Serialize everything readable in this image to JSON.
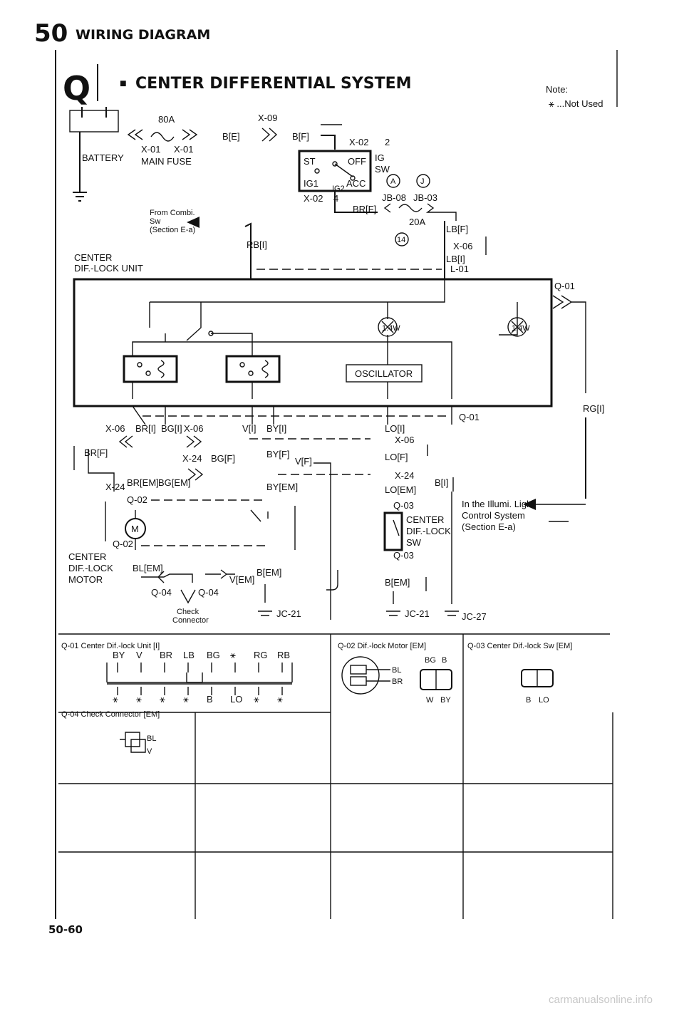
{
  "header": {
    "page_section": "50",
    "page_title": "WIRING DIAGRAM",
    "section_letter": "Q",
    "system_bullet": "■",
    "system_title": "CENTER DIFFERENTIAL SYSTEM",
    "note_label": "Note:",
    "note_text": "⚹ ...Not Used"
  },
  "power": {
    "battery": "BATTERY",
    "main_fuse": "MAIN FUSE",
    "fuse_rating": "80A",
    "conn_x01_a": "X-01",
    "conn_x01_b": "X-01",
    "wire_be": "B[E]",
    "conn_x09": "X-09",
    "wire_bf": "B[F]",
    "conn_x02_a": "X-02",
    "pin_2": "2",
    "ign_st": "ST",
    "ign_off": "OFF",
    "ign_ig": "IG",
    "ign_sw": "SW",
    "ign_ig1": "IG1",
    "ign_ig2": "IG2",
    "ign_acc": "ACC",
    "conn_x02_b": "X-02",
    "pin_4": "4",
    "circle_a": "A",
    "circle_j": "J",
    "jb08": "JB-08",
    "jb03": "JB-03",
    "wire_brf": "BR[F]",
    "fuse_20a": "20A",
    "wire_lbf": "LB[F]",
    "circle_14": "14",
    "conn_x06": "X-06",
    "wire_lbi": "LB[I]",
    "conn_l01": "L-01"
  },
  "unit": {
    "from_combi": "From Combi.",
    "from_sw": "Sw",
    "from_section": "(Section E-a)",
    "wire_rbi": "RB[I]",
    "label_line1": "CENTER",
    "label_line2": "DIF.-LOCK UNIT",
    "conn_q01": "Q-01",
    "bulb1": "1.4W",
    "bulb2": "1.4W",
    "oscillator": "OSCILLATOR",
    "wire_rgi": "RG[I]"
  },
  "harness": {
    "conn_x06_a": "X-06",
    "wire_bri": "BR[I]",
    "wire_bgi": "BG[I]",
    "conn_x06_b": "X-06",
    "wire_vi": "V[I]",
    "wire_byi": "BY[I]",
    "wire_loi": "LO[I]",
    "conn_q01_b": "Q-01",
    "conn_x06_c": "X-06",
    "wire_brf2": "BR[F]",
    "conn_x24_a": "X-24",
    "wire_bgf": "BG[F]",
    "wire_byf": "BY[F]",
    "wire_vf": "V[F]",
    "wire_lof": "LO[F]",
    "conn_x24_b": "X-24",
    "conn_x24_c": "X-24",
    "wire_brem": "BR[EM]",
    "wire_bgem": "BG[EM]",
    "wire_byem": "BY[EM]",
    "wire_loem": "LO[EM]",
    "wire_bi": "B[I]",
    "conn_q02_a": "Q-02",
    "conn_q03_a": "Q-03",
    "sw_line1": "CENTER",
    "sw_line2": "DIF.-LOCK",
    "sw_line3": "SW",
    "conn_q03_b": "Q-03",
    "illumi_line1": "In the Illumi. Light",
    "illumi_line2": "Control System",
    "illumi_line3": "(Section E-a)",
    "motor_symbol": "M",
    "motor_line1": "CENTER",
    "motor_line2": "DIF.-LOCK",
    "motor_line3": "MOTOR",
    "conn_q02_b": "Q-02",
    "wire_blem": "BL[EM]",
    "wire_vem": "V[EM]",
    "wire_bem": "B[EM]",
    "wire_bem2": "B[EM]",
    "conn_q04_a": "Q-04",
    "conn_q04_b": "Q-04",
    "check_line1": "Check",
    "check_line2": "Connector",
    "jc21_a": "JC-21",
    "jc21_b": "JC-21",
    "jc27": "JC-27"
  },
  "connectors": {
    "q01": {
      "title": "Q-01 Center Dif.-lock Unit [I]",
      "top_pins": [
        "BY",
        "V",
        "BR",
        "LB",
        "BG",
        "⚹",
        "RG",
        "RB"
      ],
      "bottom_pins": [
        "⚹",
        "⚹",
        "⚹",
        "⚹",
        "B",
        "LO",
        "⚹",
        "⚹"
      ]
    },
    "q02": {
      "title": "Q-02 Dif.-lock Motor [EM]",
      "pins": [
        "BL",
        "BR"
      ]
    },
    "q03_alt": {
      "top_pins": [
        "BG",
        "B"
      ],
      "bottom_pins": [
        "W",
        "BY"
      ]
    },
    "q03": {
      "title": "Q-03 Center Dif.-lock Sw [EM]",
      "pins": [
        "B",
        "LO"
      ]
    },
    "q04": {
      "title": "Q-04 Check Connector [EM]",
      "pins": [
        "BL",
        "V"
      ]
    }
  },
  "footer": {
    "page_number": "50-60",
    "watermark": "carmanualsonline.info"
  }
}
